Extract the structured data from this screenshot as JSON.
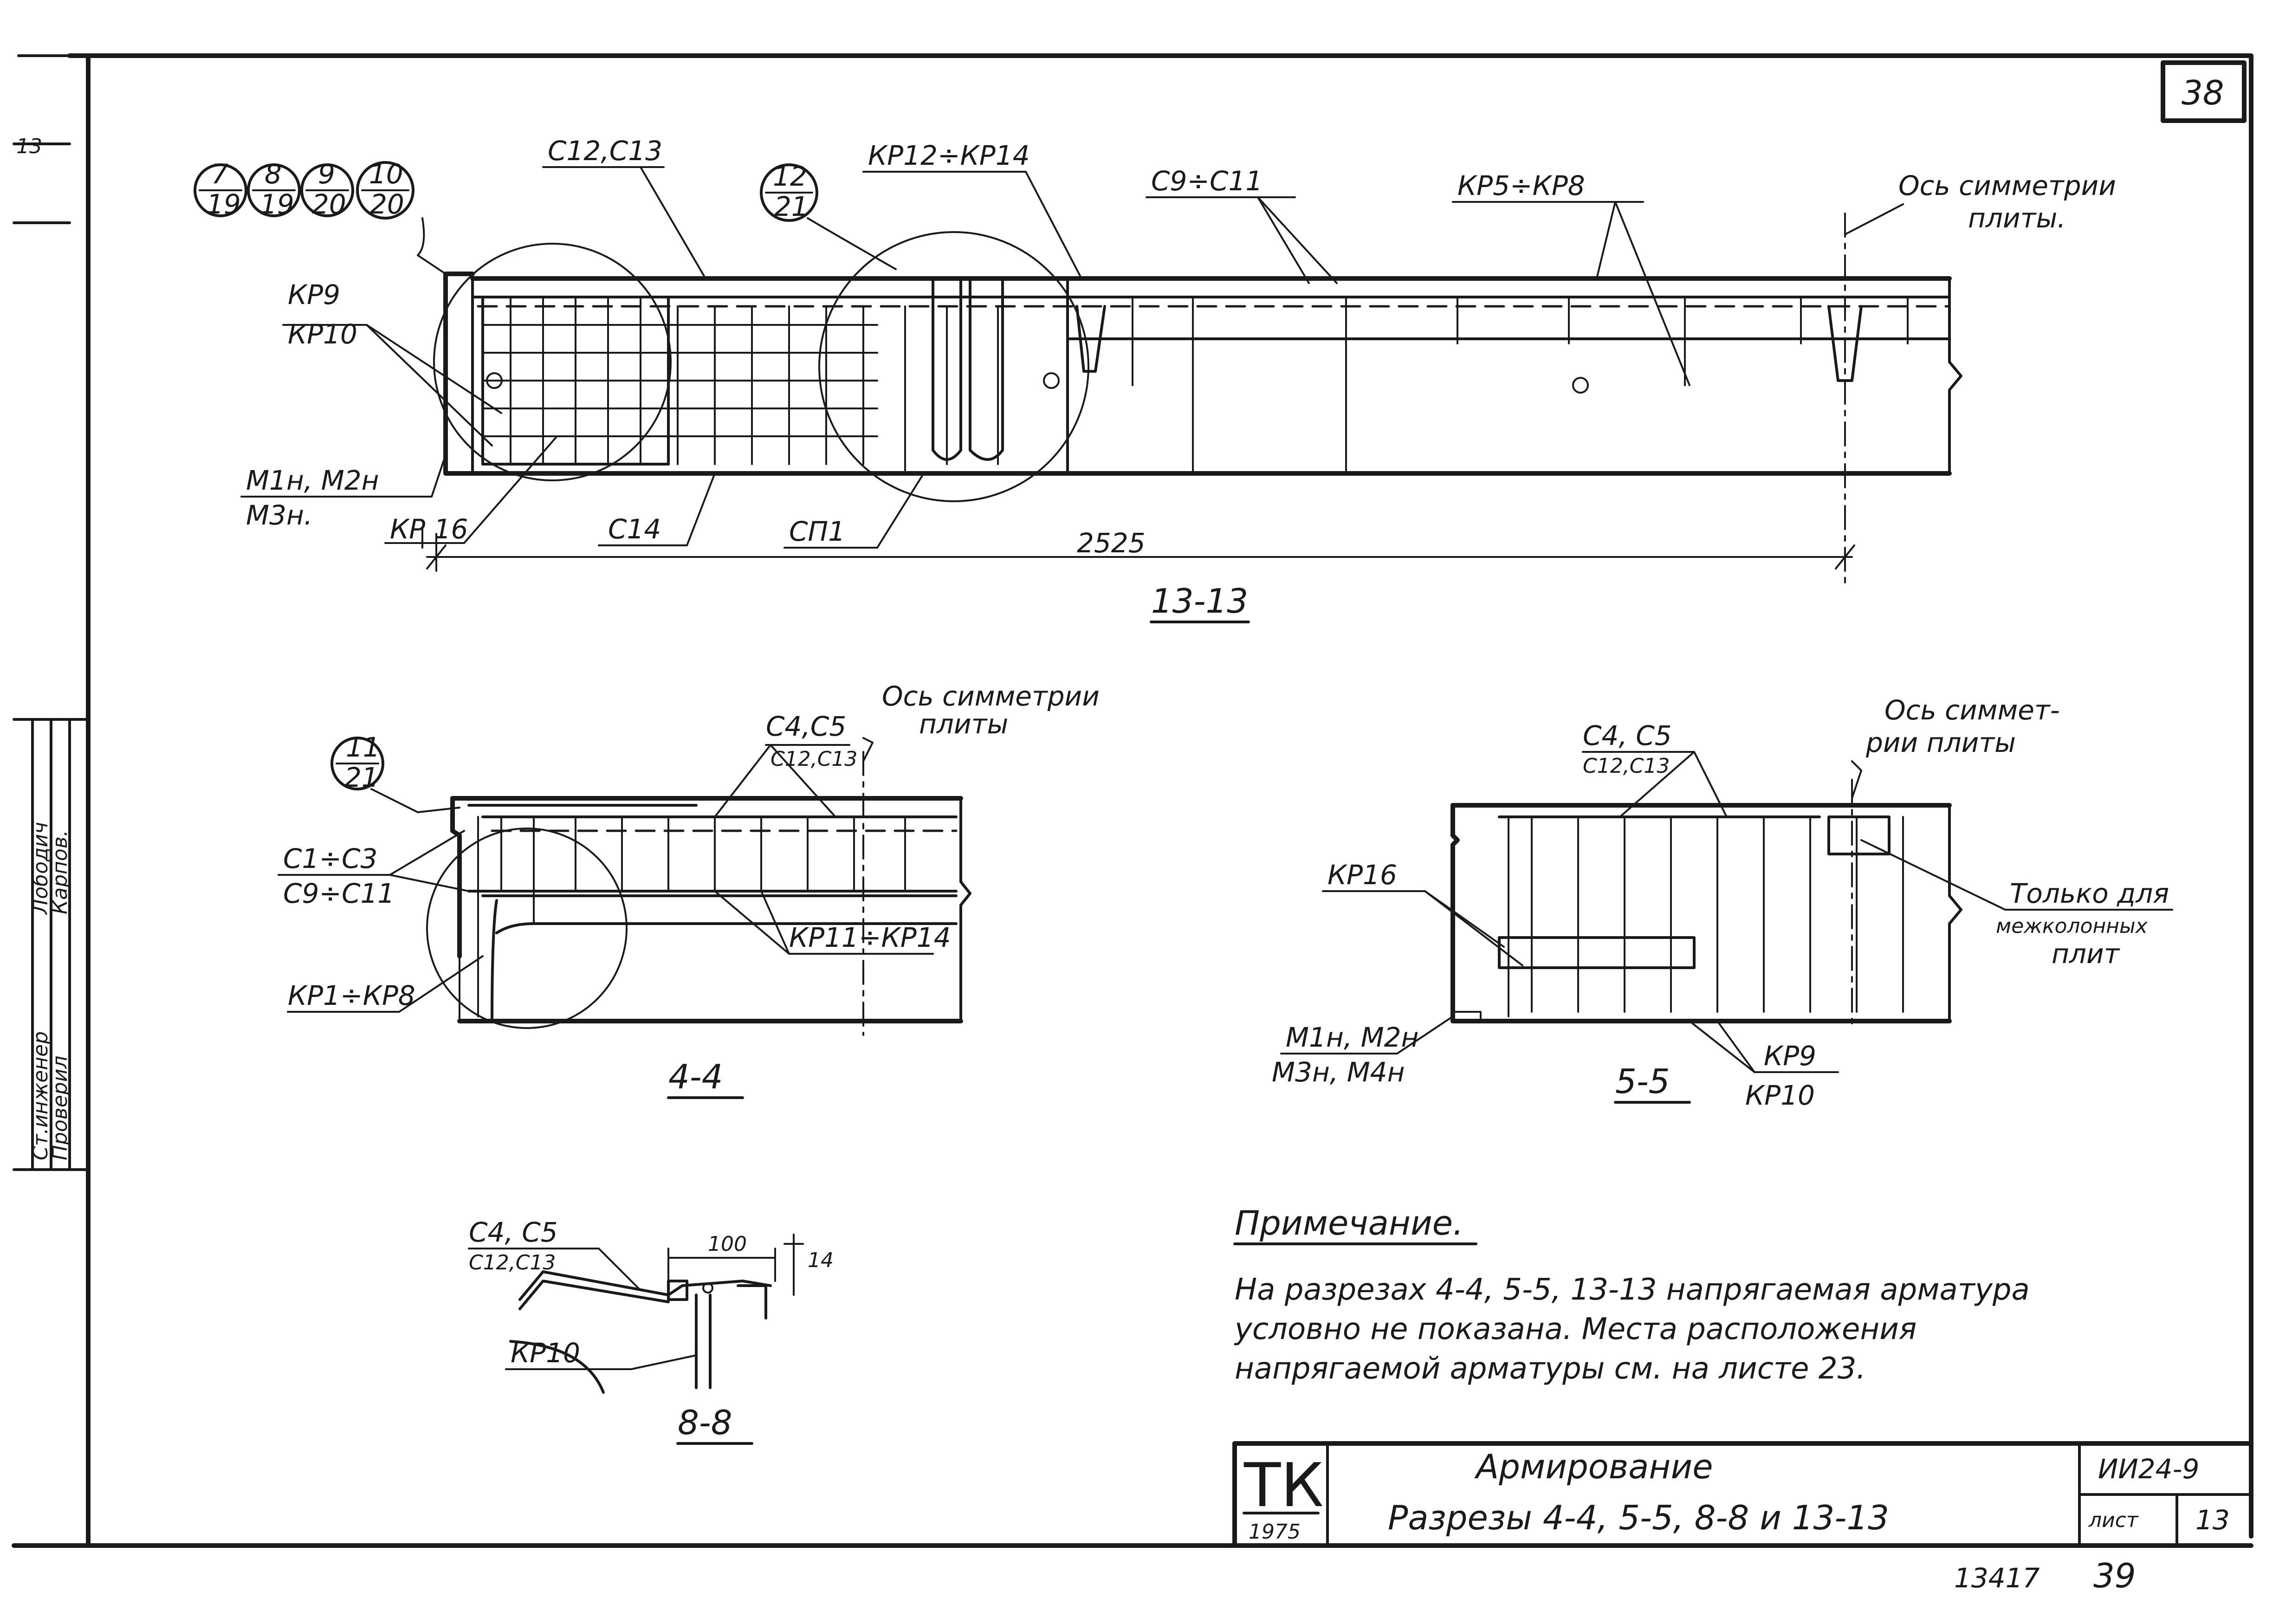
{
  "sheet": {
    "top_number": "38",
    "bottom_number": "39",
    "stamp_number": "13417",
    "side_fragment": "13"
  },
  "views": {
    "s13": {
      "title": "13-13",
      "dimension": "2525",
      "callouts": [
        {
          "num": "7",
          "den": "19"
        },
        {
          "num": "8",
          "den": "19"
        },
        {
          "num": "9",
          "den": "20"
        },
        {
          "num": "10",
          "den": "20"
        },
        {
          "num": "12",
          "den": "21"
        }
      ],
      "labels": {
        "c12_c13": "С12,С13",
        "kp12_kp14": "КР12÷КР14",
        "c9_c11": "С9÷С11",
        "kp5_kp8": "КР5÷КР8",
        "axis_line1": "Ось симметрии",
        "axis_line2": "плиты.",
        "kp9": "КР9",
        "kp10": "КР10",
        "m1n_m2n": "М1н, М2н",
        "m3n": "М3н.",
        "kp16": "КР 16",
        "c14": "С14",
        "sp1": "СП1"
      }
    },
    "s44": {
      "title": "4-4",
      "callout": {
        "num": "11",
        "den": "21"
      },
      "labels": {
        "axis_line1": "Ось симметрии",
        "axis_line2": "плиты",
        "c4_c5": "С4,С5",
        "c12_c13": "С12,С13",
        "c1_c3": "С1÷С3",
        "c9_c11": "С9÷С11",
        "kp11_kp14": "КР11÷КР14",
        "kp1_kp8": "КР1÷КР8"
      }
    },
    "s55": {
      "title": "5-5",
      "labels": {
        "c4_c5": "С4, С5",
        "c12_c13": "С12,С13",
        "axis_line1": "Ось симмет-",
        "axis_line2": "рии плиты",
        "kp16": "КР16",
        "only_line1": "Только для",
        "only_line2": "межколонных",
        "only_line3": "плит",
        "m1n_m2n": "М1н, М2н",
        "m3n_m4n": "М3н, М4н",
        "kp9": "КР9",
        "kp10": "КР10"
      }
    },
    "s88": {
      "title": "8-8",
      "labels": {
        "c4_c5": "С4, С5",
        "c12_c13": "С12,С13",
        "dim100": "100",
        "dim14": "14",
        "kp10": "КР10"
      }
    }
  },
  "note": {
    "heading": "Примечание.",
    "lines": [
      "На разрезах 4-4, 5-5, 13-13 напрягаемая арматура",
      "условно не показана. Места расположения",
      "напрягаемой арматуры см. на листе 23."
    ]
  },
  "title_block": {
    "logo": "ТК",
    "year": "1975",
    "title_line1": "Армирование",
    "title_line2": "Разрезы 4-4, 5-5, 8-8 и 13-13",
    "series": "ИИ24-9",
    "sheet_label": "лист",
    "sheet_num": "13"
  },
  "left_strip": {
    "role1": "Ст.инженер",
    "role2": "Проверил",
    "name1": "Лободич",
    "name2": "Карпов."
  }
}
